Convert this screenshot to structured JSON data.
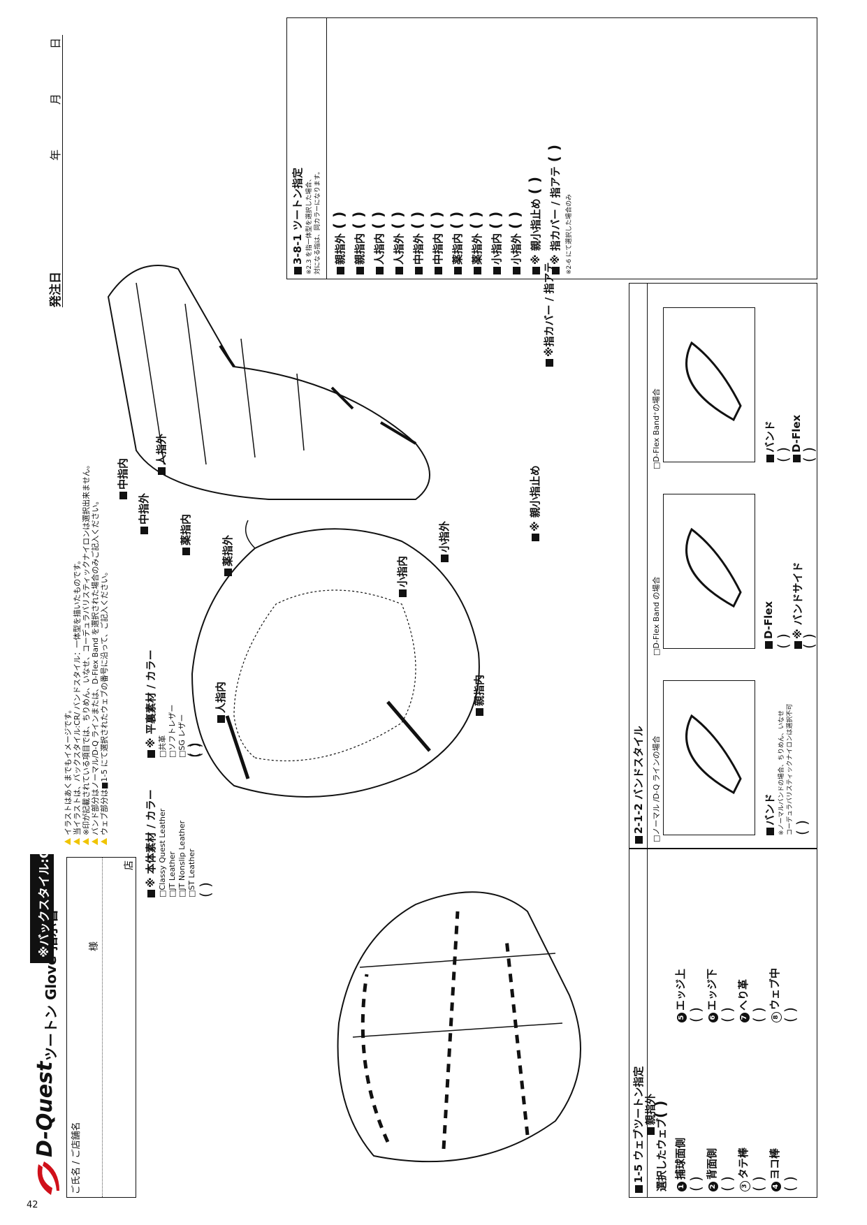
{
  "page_number": "42",
  "title": {
    "brand": "D-Quest",
    "doc": "ツートン Glove 指示書"
  },
  "order_date": {
    "label": "発注日",
    "year": "年",
    "month": "月",
    "day": "日"
  },
  "customer": {
    "name_label": "ご氏名 / ご店舗名",
    "sama": "様",
    "ten": "店"
  },
  "style_banner": "※バックスタイル:CR専用",
  "notes": [
    "イラストはあくまでもイメージです。",
    "当イラストは、バックスタイル:CR/ バンドスタイル：一体型を描いたものです。",
    "※印が記載されている項目では、ちりめん、いなせ、コーデュラバリスティックナイロンは選択出来ません。",
    "バンド部分はノーマル/D-Q ラインまたは、D-Flex Band を選択された場合のみご記入ください。",
    "ウェブ部分は■1-5 にて選択されたウェブの番号に沿って、ご記入ください。"
  ],
  "body_material": {
    "title": "※ 本体素材 / カラー",
    "options": [
      "Classy Quest Leather",
      "JT Leather",
      "JT Nonslip Leather",
      "ST Leather"
    ]
  },
  "lining_material": {
    "title": "※ 平裏素材 / カラー",
    "options": [
      "共革",
      "ソフトレザー",
      "SG レザー"
    ]
  },
  "glove_labels": {
    "thumb_out": "親指外",
    "index_in": "人指内",
    "thumb_in": "親指内",
    "index_out": "人指外",
    "middle_in": "中指内",
    "middle_out": "中指外",
    "ring_in": "薬指内",
    "ring_out": "薬指外",
    "little_in": "小指内",
    "little_out": "小指外",
    "finger_cover": "※指カバー / 指アテ",
    "thumb_little_stop": "※ 親小指止め"
  },
  "web_section": {
    "title": "1-5 ウェブツートン指定",
    "selected_web": "選択したウェブ",
    "items": [
      {
        "num": "1",
        "label": "捕球面側",
        "filled": true
      },
      {
        "num": "2",
        "label": "背面側",
        "filled": true
      },
      {
        "num": "3",
        "label": "タテ棒",
        "filled": false
      },
      {
        "num": "4",
        "label": "ヨコ棒",
        "filled": true
      },
      {
        "num": "5",
        "label": "エッジ上",
        "filled": true
      },
      {
        "num": "6",
        "label": "エッジ下",
        "filled": true
      },
      {
        "num": "7",
        "label": "へり革",
        "filled": true
      },
      {
        "num": "8",
        "label": "ウェブ中",
        "filled": false
      }
    ]
  },
  "band_section": {
    "title": "2-1-2 バンドスタイル",
    "panels": [
      {
        "option": "ノーマル /D-Q ラインの場合",
        "labels": [
          "バンド"
        ],
        "note": [
          "※ノーマルバンドの場合、ちりめん、いなせ",
          "コーデュラバリスティックナイロンは選択不可"
        ]
      },
      {
        "option": "D-Flex Band の場合",
        "labels": [
          "D-Flex",
          "※ バンドサイド"
        ],
        "note": []
      },
      {
        "option": "D-Flex Band⁺の場合",
        "labels": [
          "バンド",
          "D-Flex"
        ],
        "note": []
      }
    ]
  },
  "twotone_section": {
    "title": "3-8-1 ツートン指定",
    "note": [
      "※2.3 を指一体型を選択した場合、",
      "対になる指は、同カラーになります。"
    ],
    "items": [
      "親指外",
      "親指内",
      "人指内",
      "人指外",
      "中指外",
      "中指内",
      "薬指内",
      "薬指外",
      "小指内",
      "小指外",
      "※ 親小指止め",
      "※ 指カバー / 指アテ"
    ],
    "last_note": "※2-6 にて選択した場合のみ"
  },
  "logo_text": "D-Quest",
  "paren": "(                              )"
}
